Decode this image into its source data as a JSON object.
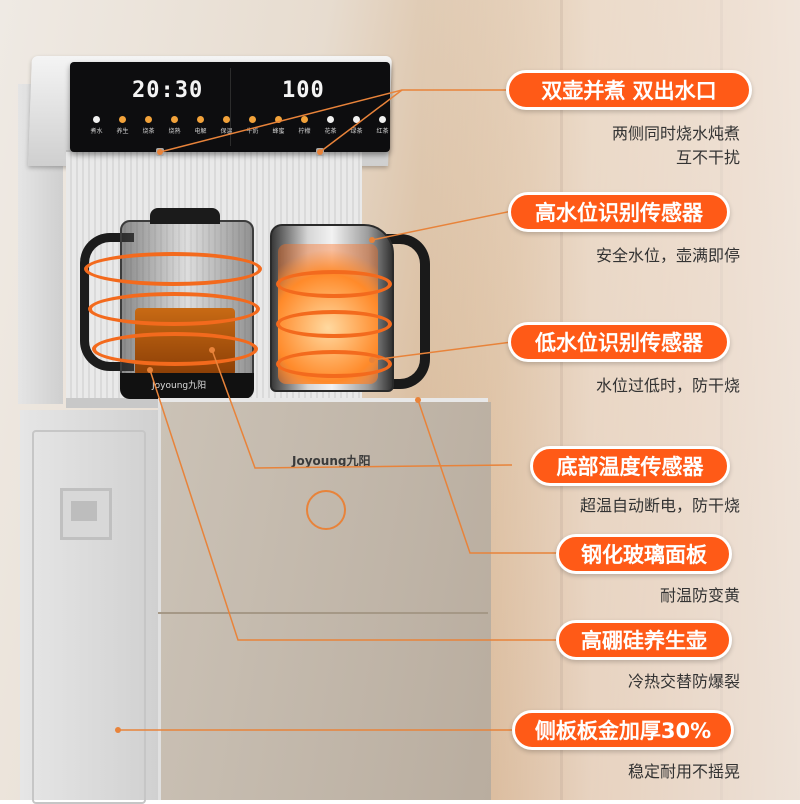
{
  "colors": {
    "accent": "#ff5a17",
    "leader": "#e8833a",
    "text": "#333333",
    "panel": "#0d0d0f"
  },
  "product": {
    "brand": "Joyoung九阳",
    "display_left": "20:30",
    "display_right": "100",
    "left_buttons": [
      "煮水",
      "养生",
      "烧茶",
      "烧熟",
      "电解",
      "保温"
    ],
    "right_buttons": [
      "牛奶",
      "蜂蜜",
      "柠檬",
      "花茶",
      "绿茶",
      "红茶"
    ]
  },
  "features": [
    {
      "title": "双壶并煮 双出水口",
      "desc_lines": [
        "两侧同时烧水炖煮",
        "互不干扰"
      ]
    },
    {
      "title": "高水位识别传感器",
      "desc_lines": [
        "安全水位，壶满即停"
      ]
    },
    {
      "title": "低水位识别传感器",
      "desc_lines": [
        "水位过低时，防干烧"
      ]
    },
    {
      "title": "底部温度传感器",
      "desc_lines": [
        "超温自动断电，防干烧"
      ]
    },
    {
      "title": "钢化玻璃面板",
      "desc_lines": [
        "耐温防变黄"
      ]
    },
    {
      "title": "高硼硅养生壶",
      "desc_lines": [
        "冷热交替防爆裂"
      ]
    },
    {
      "title": "侧板板金加厚30%",
      "desc_lines": [
        "稳定耐用不摇晃"
      ]
    }
  ]
}
